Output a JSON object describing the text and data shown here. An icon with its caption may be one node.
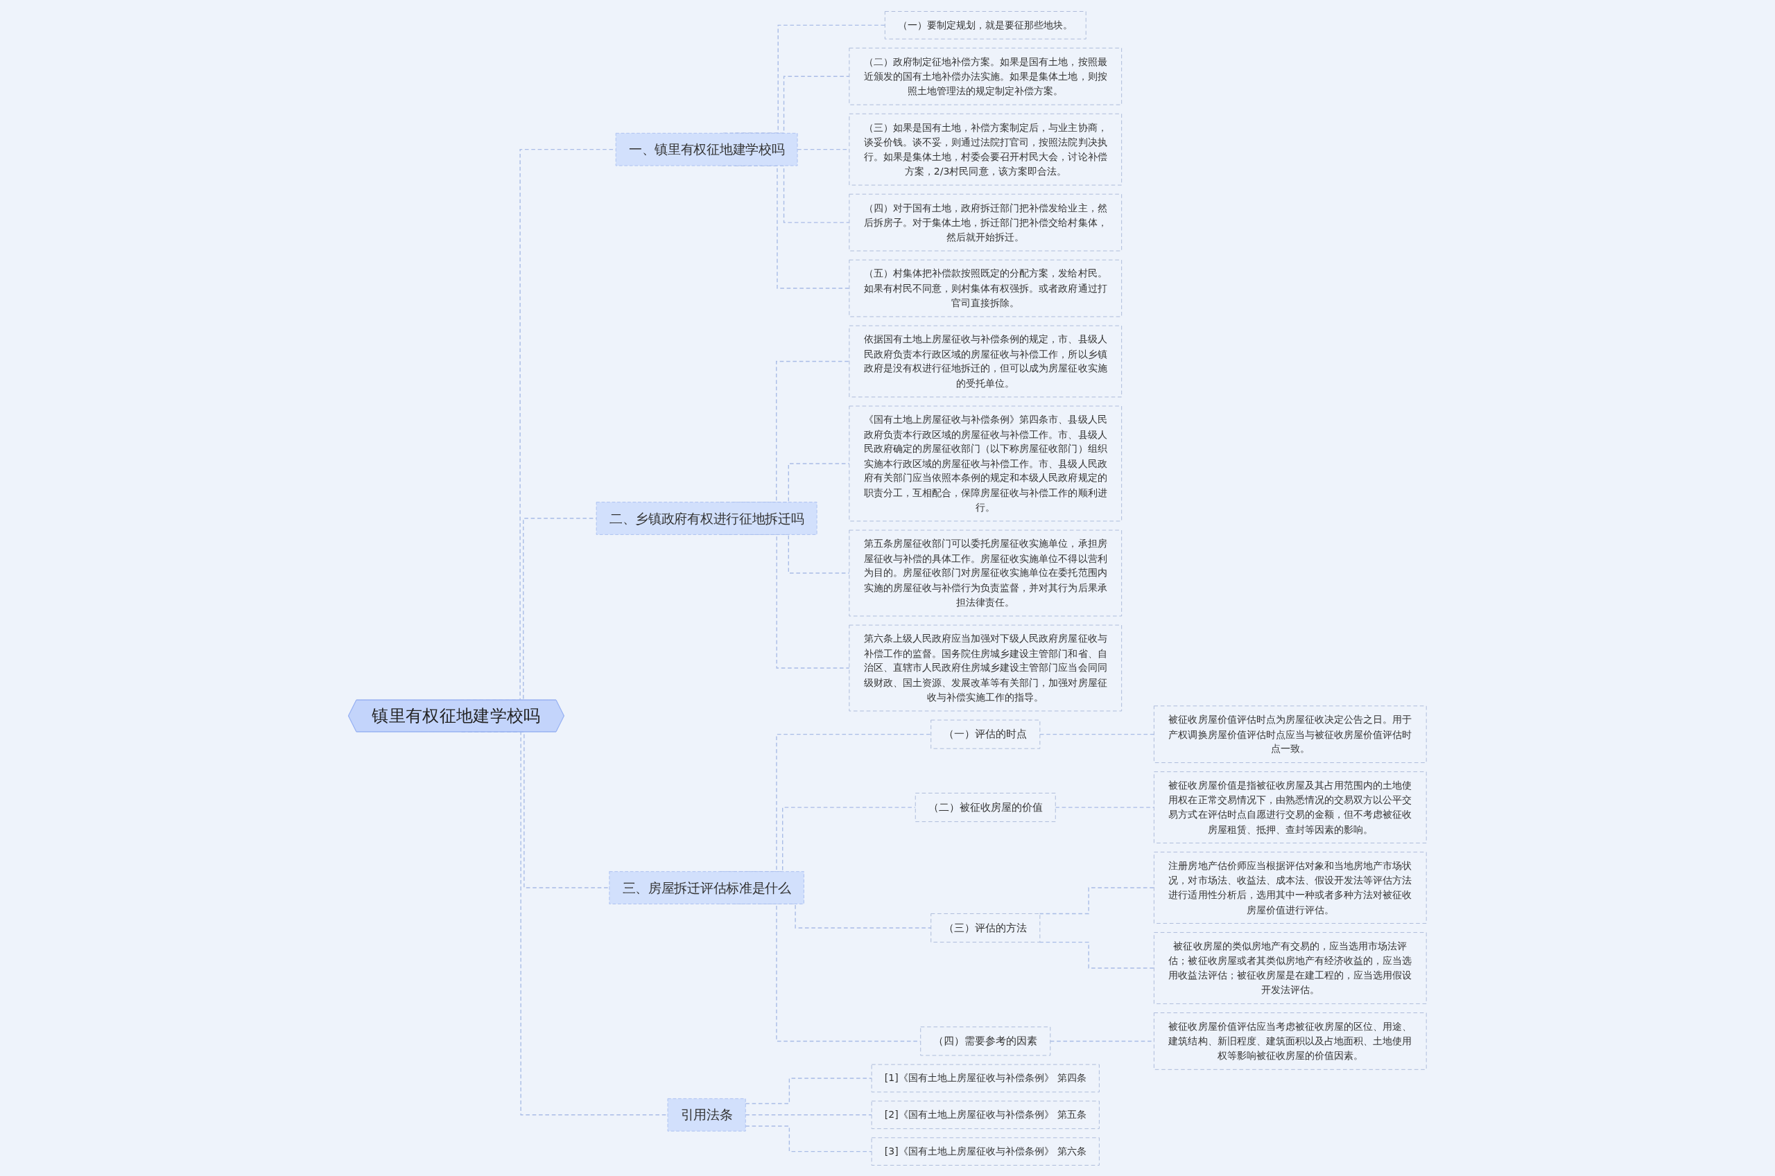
{
  "diagram": {
    "nodes": [
      {
        "text": [
          "镇里有权征地建学校吗"
        ]
      },
      {
        "text": [
          "一、镇里有权征地建学校吗"
        ]
      },
      {
        "text": [
          "（一）要制定规划，就是要征那些地块。"
        ]
      },
      {
        "text": [
          "（二）政府制定征地补偿方案。如果是国有土地，按照最近颁发的国有土地补偿办法实施。如果是集体土地，则按照土地管理法的规定制定补偿方案。"
        ]
      },
      {
        "text": [
          "（三）如果是国有土地，补偿方案制定后，与业主协商，谈妥价钱。谈不妥，则通过法院打官司，按照法院判决执行。如果是集体土地，村委会要召开村民大会，讨论补偿方案，2/3村民同意，该方案即合法。"
        ]
      },
      {
        "text": [
          "（四）对于国有土地，政府拆迁部门把补偿发给业主，然后拆房子。对于集体土地，拆迁部门把补偿交给村集体，然后就开始拆迁。"
        ]
      },
      {
        "text": [
          "（五）村集体把补偿款按照既定的分配方案，发给村民。如果有村民不同意，则村集体有权强拆。或者政府通过打官司直接拆除。"
        ]
      },
      {
        "text": [
          "二、乡镇政府有权进行征地拆迁吗"
        ]
      },
      {
        "text": [
          "依据国有土地上房屋征收与补偿条例的规定，市、县级人民政府负责本行政区域的房屋征收与补偿工作，所以乡镇政府是没有权进行征地拆迁的，但可以成为房屋征收实施的受托单位。"
        ]
      },
      {
        "text": [
          "《国有土地上房屋征收与补偿条例》第四条市、县级人民政府负责本行政区域的房屋征收与补偿工作。市、县级人民政府确定的房屋征收部门（以下称房屋征收部门）组织实施本行政区域的房屋征收与补偿工作。市、县级人民政府有关部门应当依照本条例的规定和本级人民政府规定的职责分工，互相配合，保障房屋征收与补偿工作的顺利进行。"
        ]
      },
      {
        "text": [
          "第五条房屋征收部门可以委托房屋征收实施单位，承担房屋征收与补偿的具体工作。房屋征收实施单位不得以营利为目的。房屋征收部门对房屋征收实施单位在委托范围内实施的房屋征收与补偿行为负责监督，并对其行为后果承担法律责任。"
        ]
      },
      {
        "text": [
          "第六条上级人民政府应当加强对下级人民政府房屋征收与补偿工作的监督。国务院住房城乡建设主管部门和省、自治区、直辖市人民政府住房城乡建设主管部门应当会同同级财政、国土资源、发展改革等有关部门，加强对房屋征收与补偿实施工作的指导。"
        ]
      },
      {
        "text": [
          "三、房屋拆迁评估标准是什么"
        ]
      },
      {
        "text": [
          "（一）评估的时点"
        ]
      },
      {
        "text": [
          "被征收房屋价值评估时点为房屋征收决定公告之日。用于产权调换房屋价值评估时点应当与被征收房屋价值评估时点一致。"
        ]
      },
      {
        "text": [
          "（二）被征收房屋的价值"
        ]
      },
      {
        "text": [
          "被征收房屋价值是指被征收房屋及其占用范围内的土地使用权在正常交易情况下，由熟悉情况的交易双方以公平交易方式在评估时点自愿进行交易的金额，但不考虑被征收房屋租赁、抵押、查封等因素的影响。"
        ]
      },
      {
        "text": [
          "（三）评估的方法"
        ]
      },
      {
        "text": [
          "注册房地产估价师应当根据评估对象和当地房地产市场状况，对市场法、收益法、成本法、假设开发法等评估方法进行适用性分析后，选用其中一种或者多种方法对被征收房屋价值进行评估。"
        ]
      },
      {
        "text": [
          "被征收房屋的类似房地产有交易的，应当选用市场法评估；被征收房屋或者其类似房地产有经济收益的，应当选用收益法评估；被征收房屋是在建工程的，应当选用假设开发法评估。"
        ]
      },
      {
        "text": [
          "（四）需要参考的因素"
        ]
      },
      {
        "text": [
          "被征收房屋价值评估应当考虑被征收房屋的区位、用途、建筑结构、新旧程度、建筑面积以及占地面积、土地使用权等影响被征收房屋的价值因素。"
        ]
      },
      {
        "text": [
          "引用法条"
        ]
      },
      {
        "text": [
          "[1]《国有土地上房屋征收与补偿条例》 第四条"
        ]
      },
      {
        "text": [
          "[2]《国有土地上房屋征收与补偿条例》 第五条"
        ]
      },
      {
        "text": [
          "[3]《国有土地上房屋征收与补偿条例》 第六条"
        ]
      }
    ],
    "edges": [
      {
        "from": 0,
        "to": 1,
        "arrow": "none"
      },
      {
        "from": 1,
        "to": 2,
        "arrow": "none"
      },
      {
        "from": 1,
        "to": 3,
        "arrow": "none"
      },
      {
        "from": 1,
        "to": 4,
        "arrow": "none"
      },
      {
        "from": 1,
        "to": 5,
        "arrow": "none"
      },
      {
        "from": 1,
        "to": 6,
        "arrow": "none"
      },
      {
        "from": 0,
        "to": 7,
        "arrow": "none"
      },
      {
        "from": 7,
        "to": 8,
        "arrow": "none"
      },
      {
        "from": 7,
        "to": 9,
        "arrow": "none"
      },
      {
        "from": 7,
        "to": 10,
        "arrow": "none"
      },
      {
        "from": 7,
        "to": 11,
        "arrow": "none"
      },
      {
        "from": 0,
        "to": 12,
        "arrow": "none"
      },
      {
        "from": 12,
        "to": 13,
        "arrow": "none"
      },
      {
        "from": 13,
        "to": 14,
        "arrow": "none"
      },
      {
        "from": 12,
        "to": 15,
        "arrow": "none"
      },
      {
        "from": 15,
        "to": 16,
        "arrow": "none"
      },
      {
        "from": 12,
        "to": 17,
        "arrow": "none"
      },
      {
        "from": 17,
        "to": 18,
        "arrow": "none"
      },
      {
        "from": 17,
        "to": 19,
        "arrow": "none"
      },
      {
        "from": 12,
        "to": 20,
        "arrow": "none"
      },
      {
        "from": 20,
        "to": 21,
        "arrow": "none"
      },
      {
        "from": 0,
        "to": 22,
        "arrow": "none"
      },
      {
        "from": 22,
        "to": 23,
        "arrow": "none"
      },
      {
        "from": 22,
        "to": 24,
        "arrow": "none"
      },
      {
        "from": 22,
        "to": 25,
        "arrow": "none"
      }
    ]
  }
}
